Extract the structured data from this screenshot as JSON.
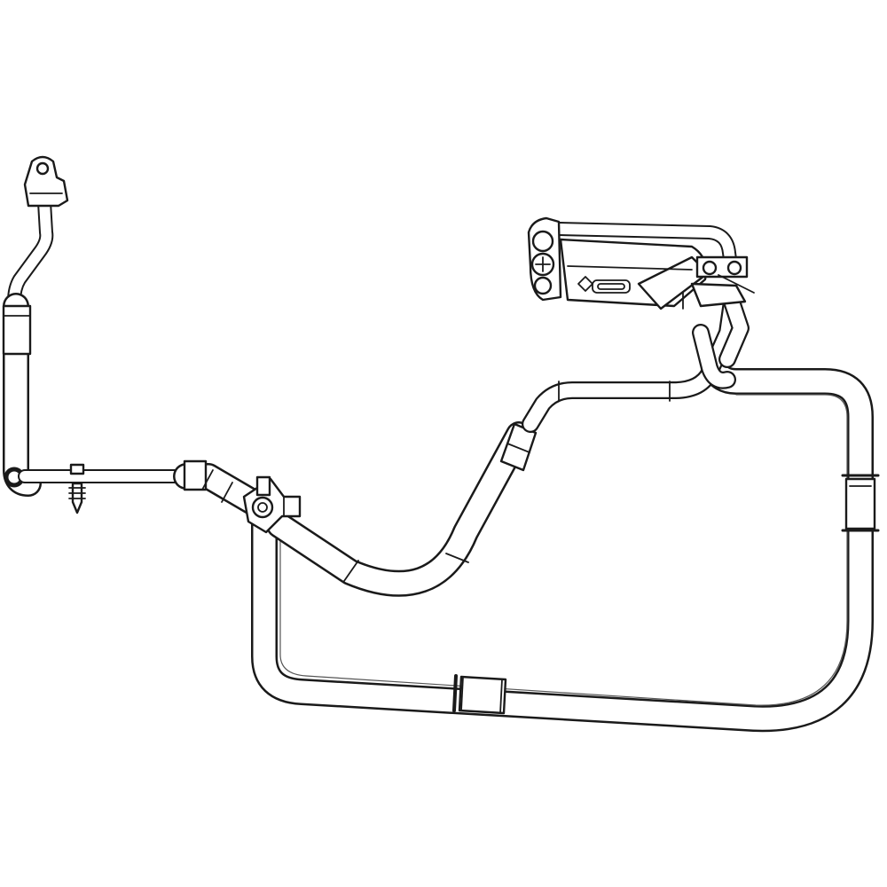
{
  "drawing": {
    "stroke_color": "#1a1a1a",
    "background_color": "#ffffff"
  },
  "components": [
    "eyelet-terminal",
    "upper-bend-tube",
    "vertical-hose-segment",
    "horizontal-pipe",
    "bracket-clip",
    "elbow-fitting",
    "mounting-bracket",
    "s-curve-hose",
    "crimp-sleeve",
    "upper-pipe",
    "valve-block-assembly",
    "lower-loop-hose",
    "hose-coupling-bottom",
    "hose-coupling-right"
  ]
}
